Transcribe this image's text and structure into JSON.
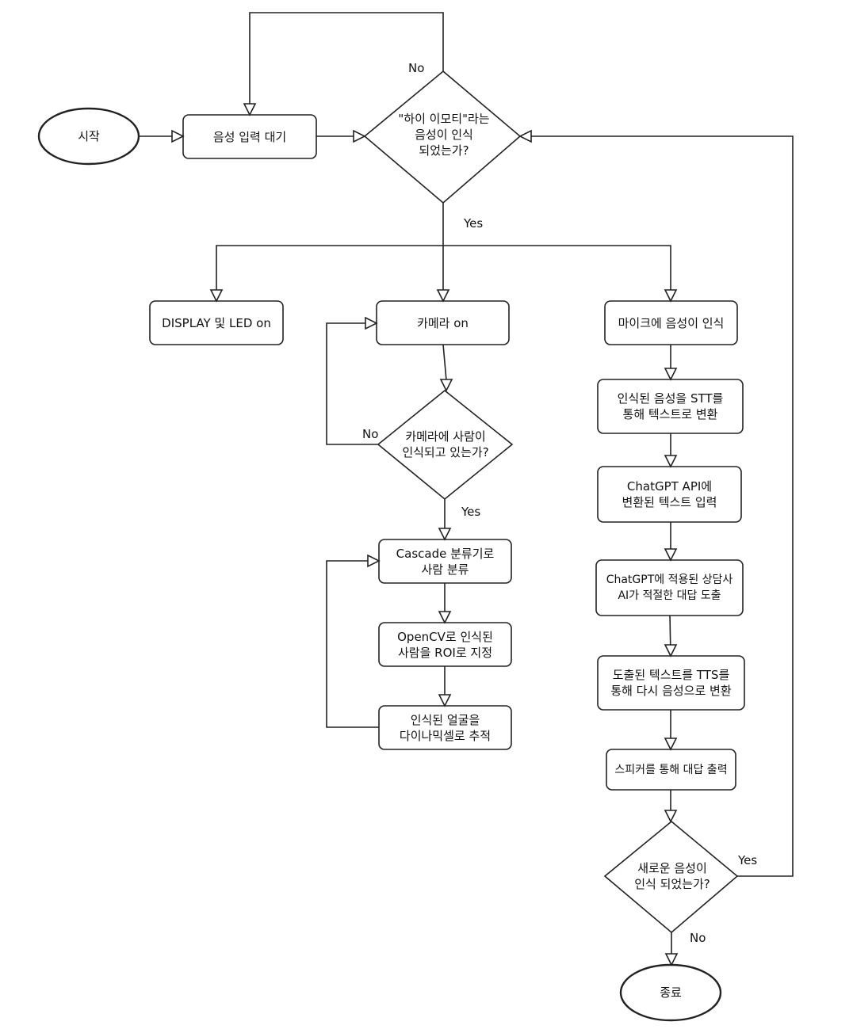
{
  "nodes": {
    "start": [
      "시작"
    ],
    "wait": [
      "음성 입력 대기"
    ],
    "wake": [
      "\"하이 이모티\"라는",
      "음성이 인식",
      "되었는가?"
    ],
    "display": [
      "DISPLAY 및 LED on"
    ],
    "camera": [
      "카메라 on"
    ],
    "mic": [
      "마이크에 음성이 인식"
    ],
    "person": [
      "카메라에 사람이",
      "인식되고 있는가?"
    ],
    "cascade": [
      "Cascade 분류기로",
      "사람 분류"
    ],
    "opencv": [
      "OpenCV로 인식된",
      "사람을 ROI로 지정"
    ],
    "track": [
      "인식된 얼굴을",
      "다이나믹셀로 추적"
    ],
    "stt": [
      "인식된 음성을 STT를",
      "통해 텍스트로 변환"
    ],
    "gpt_in": [
      "ChatGPT API에",
      "변환된 텍스트 입력"
    ],
    "gpt_out": [
      "ChatGPT에 적용된 상담사",
      "AI가 적절한 대답 도출"
    ],
    "tts": [
      "도출된 텍스트를 TTS를",
      "통해 다시 음성으로 변환"
    ],
    "speaker": [
      "스피커를 통해 대답 출력"
    ],
    "new_voice": [
      "새로운 음성이",
      "인식 되었는가?"
    ],
    "end": [
      "종료"
    ]
  },
  "labels": {
    "wake_no": "No",
    "wake_yes": "Yes",
    "person_no": "No",
    "person_yes": "Yes",
    "new_yes": "Yes",
    "new_no": "No"
  }
}
